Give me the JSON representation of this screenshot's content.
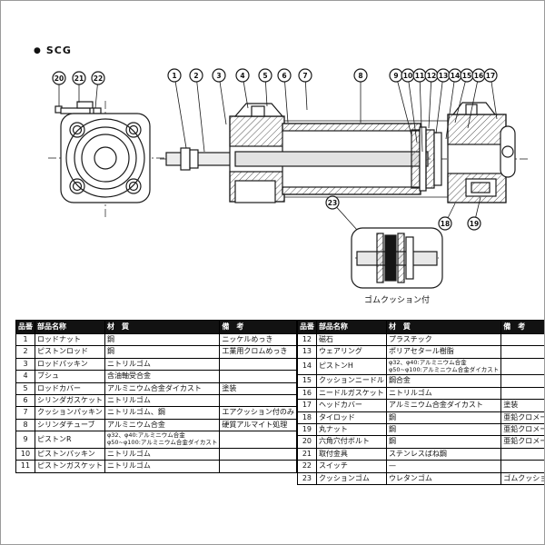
{
  "page": {
    "bullet": "●",
    "series_label": "SCG"
  },
  "diagram": {
    "detail_caption": "ゴムクッション付",
    "balloons": {
      "left": [
        "20",
        "21",
        "22"
      ],
      "top": [
        "1",
        "2",
        "3",
        "4",
        "5",
        "6",
        "7",
        "8"
      ],
      "right": [
        "9",
        "10",
        "11",
        "12",
        "13",
        "14",
        "15",
        "16",
        "17"
      ],
      "detail": [
        "23"
      ],
      "bottom": [
        "18",
        "19"
      ]
    }
  },
  "parts_table": {
    "headers": {
      "no": "品番",
      "name": "部品名称",
      "material": "材　質",
      "remarks": "備　考"
    },
    "left": [
      {
        "no": "1",
        "name": "ロッドナット",
        "material": "鋼",
        "remarks": "ニッケルめっき"
      },
      {
        "no": "2",
        "name": "ピストンロッド",
        "material": "鋼",
        "remarks": "工業用クロムめっき"
      },
      {
        "no": "3",
        "name": "ロッドパッキン",
        "material": "ニトリルゴム",
        "remarks": ""
      },
      {
        "no": "4",
        "name": "ブシュ",
        "material": "含油軸受合金",
        "remarks": ""
      },
      {
        "no": "5",
        "name": "ロッドカバー",
        "material": "アルミニウム合金ダイカスト",
        "remarks": "塗装"
      },
      {
        "no": "6",
        "name": "シリンダガスケット",
        "material": "ニトリルゴム",
        "remarks": ""
      },
      {
        "no": "7",
        "name": "クッションパッキン",
        "material": "ニトリルゴム、鋼",
        "remarks": "エアクッション付のみ"
      },
      {
        "no": "8",
        "name": "シリンダチューブ",
        "material": "アルミニウム合金",
        "remarks": "硬質アルマイト処理"
      },
      {
        "no": "9",
        "name": "ピストンR",
        "material": "φ32、φ40:アルミニウム合金",
        "material2": "φ50~φ100:アルミニウム合金ダイカスト",
        "remarks": ""
      },
      {
        "no": "10",
        "name": "ピストンパッキン",
        "material": "ニトリルゴム",
        "remarks": ""
      },
      {
        "no": "11",
        "name": "ピストンガスケット",
        "material": "ニトリルゴム",
        "remarks": ""
      }
    ],
    "right": [
      {
        "no": "12",
        "name": "磁石",
        "material": "プラスチック",
        "remarks": ""
      },
      {
        "no": "13",
        "name": "ウェアリング",
        "material": "ポリアセタール樹脂",
        "remarks": ""
      },
      {
        "no": "14",
        "name": "ピストンH",
        "material": "φ32、φ40:アルミニウム合金",
        "material2": "φ50~φ100:アルミニウム合金ダイカスト",
        "remarks": ""
      },
      {
        "no": "15",
        "name": "クッションニードル",
        "material": "鋼合金",
        "remarks": ""
      },
      {
        "no": "16",
        "name": "ニードルガスケット",
        "material": "ニトリルゴム",
        "remarks": ""
      },
      {
        "no": "17",
        "name": "ヘッドカバー",
        "material": "アルミニウム合金ダイカスト",
        "remarks": "塗装"
      },
      {
        "no": "18",
        "name": "タイロッド",
        "material": "鋼",
        "remarks": "亜鉛クロメート処理"
      },
      {
        "no": "19",
        "name": "丸ナット",
        "material": "鋼",
        "remarks": "亜鉛クロメート処理"
      },
      {
        "no": "20",
        "name": "六角穴付ボルト",
        "material": "鋼",
        "remarks": "亜鉛クロメート処理"
      },
      {
        "no": "21",
        "name": "取付金具",
        "material": "ステンレスばね鋼",
        "remarks": ""
      },
      {
        "no": "22",
        "name": "スイッチ",
        "material": "—",
        "remarks": ""
      },
      {
        "no": "23",
        "name": "クッションゴム",
        "material": "ウレタンゴム",
        "remarks": "ゴムクッション付のみ"
      }
    ]
  }
}
